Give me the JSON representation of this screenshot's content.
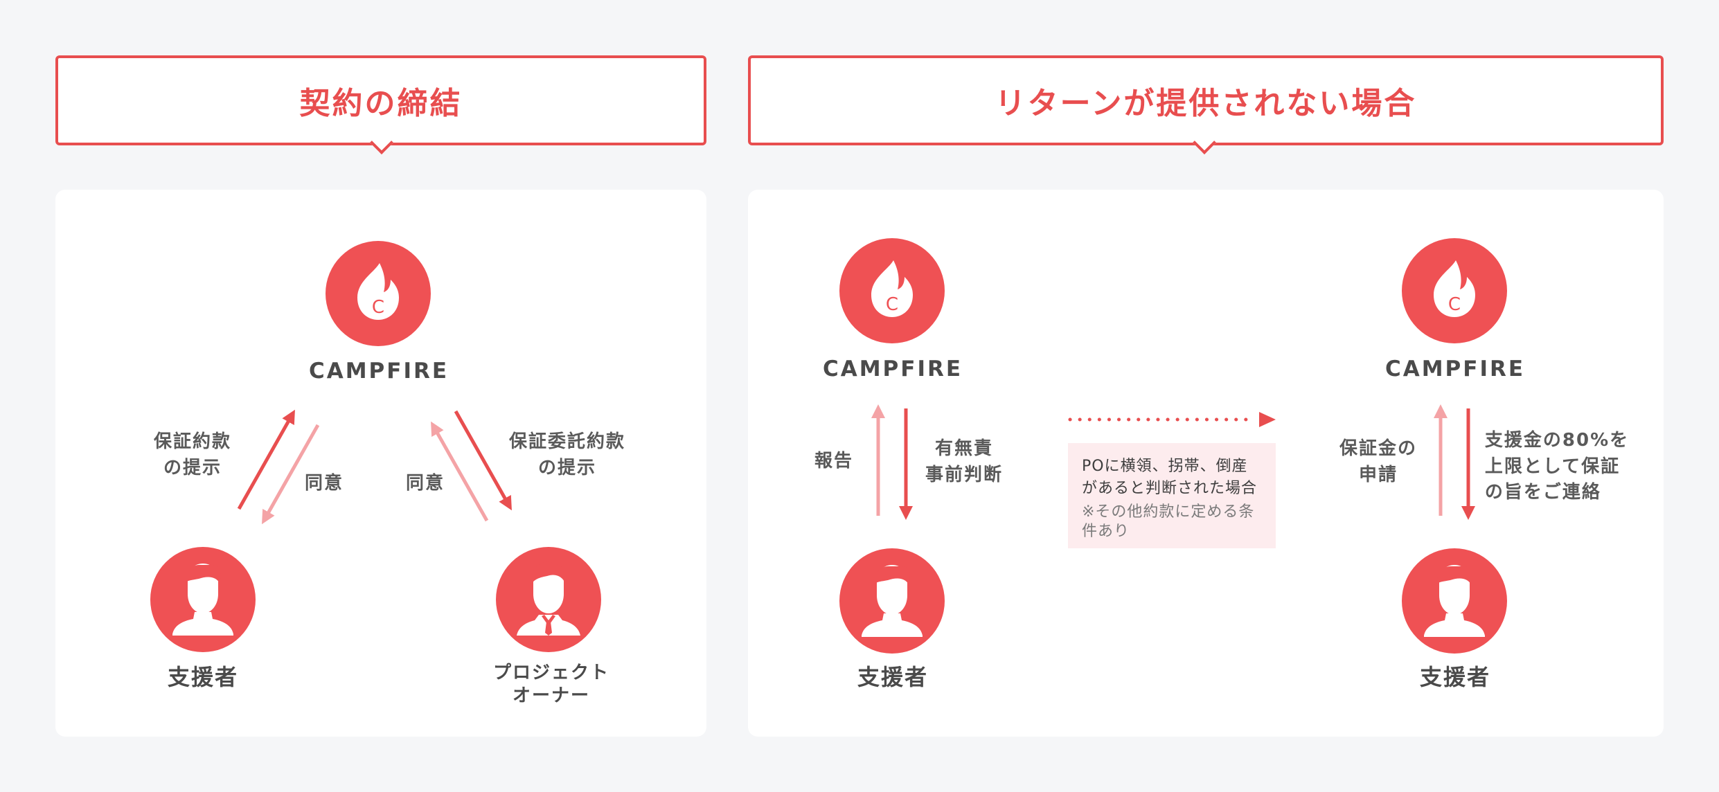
{
  "colors": {
    "accent": "#e84e4f",
    "accent_light": "#f4a3a6",
    "note_bg": "#fdecee",
    "text": "#4a4a4a"
  },
  "left_section": {
    "title": "契約の締結",
    "nodes": {
      "campfire": "CAMPFIRE",
      "supporter": "支援者",
      "project_owner": "プロジェクト\nオーナー"
    },
    "annotations": {
      "terms_offer": "保証約款\nの提示",
      "agree_supporter": "同意",
      "agree_owner": "同意",
      "trust_terms_offer": "保証委託約款\nの提示"
    }
  },
  "right_section": {
    "title": "リターンが提供されない場合",
    "nodes": {
      "campfire_left": "CAMPFIRE",
      "supporter_left": "支援者",
      "campfire_right": "CAMPFIRE",
      "supporter_right": "支援者"
    },
    "annotations": {
      "report": "報告",
      "judgement": "有無責\n事前判断",
      "apply": "保証金の\n申請",
      "contact": "支援金の80%を\n上限として保証\nの旨をご連絡"
    },
    "note": {
      "main": "POに横領、拐帯、倒産\nがあると判断された場合",
      "sub": "※その他約款に定める条\n件あり"
    }
  },
  "icons": {
    "campfire": "flame-c-logo-icon",
    "supporter": "person-icon",
    "project_owner": "businessperson-icon"
  }
}
